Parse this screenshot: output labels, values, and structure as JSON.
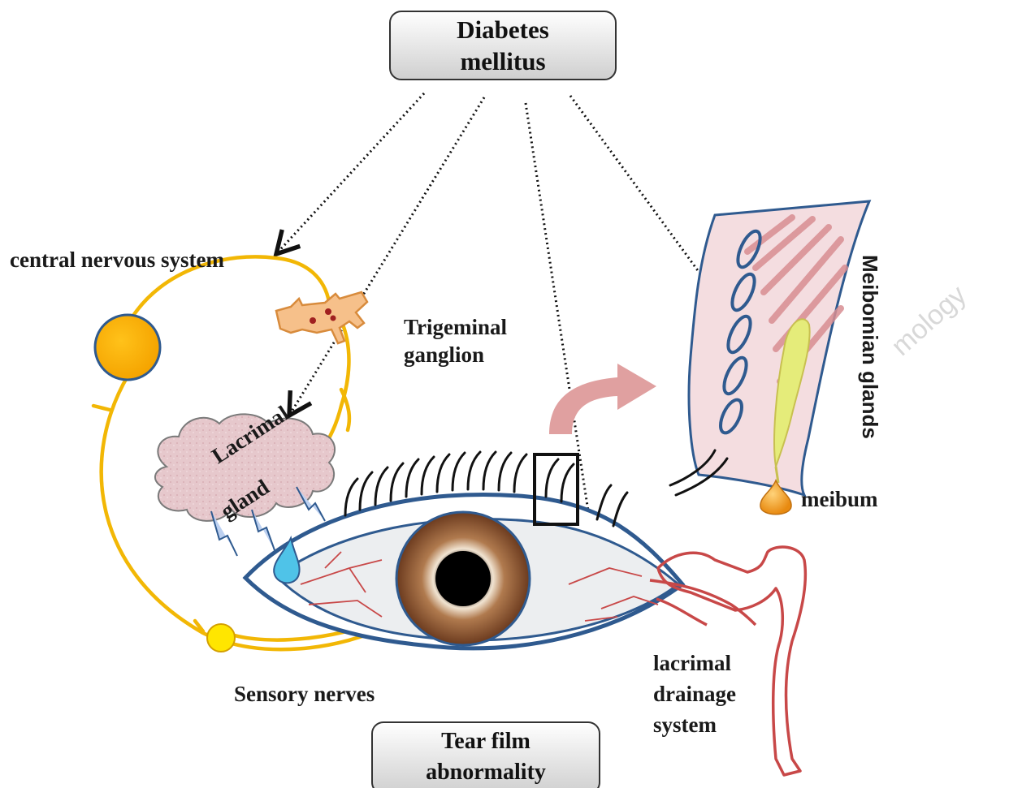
{
  "boxes": {
    "top": {
      "line1": "Diabetes",
      "line2": "mellitus"
    },
    "bottom": {
      "line1": "Tear film",
      "line2": "abnormality"
    }
  },
  "labels": {
    "cns": "central nervous system",
    "trigeminal_1": "Trigeminal",
    "trigeminal_2": "ganglion",
    "lacrimal_gland_1": "Lacrimal",
    "lacrimal_gland_2": "gland",
    "meibomian": "Meibomian glands",
    "meibum": "meibum",
    "sensory": "Sensory nerves",
    "drainage_1": "lacrimal",
    "drainage_2": "drainage",
    "drainage_3": "system",
    "watermark": "mology"
  },
  "colors": {
    "nerve": "#f2b705",
    "eye_outline": "#2f5a8f",
    "iris_outer": "#6b3a1e",
    "iris_ring": "#e8d2b8",
    "drainage": "#c84848",
    "gland_pink": "#e8b4b8",
    "arrow_pink": "#e0a0a0",
    "meibum": "#f0a020",
    "tear": "#4fc3e8"
  }
}
